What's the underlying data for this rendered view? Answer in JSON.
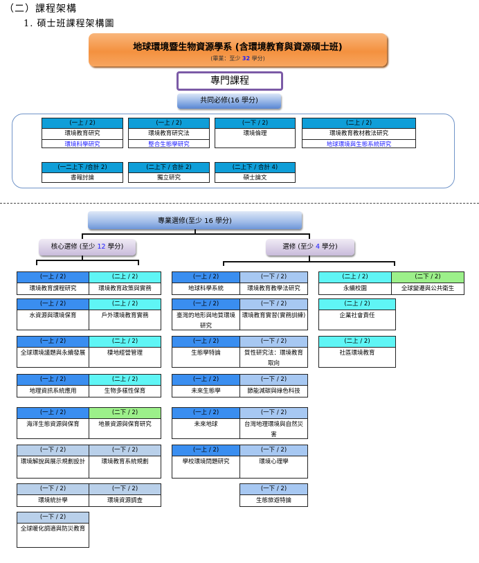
{
  "heading": {
    "section": "（二）課程架構",
    "subsection": "1.  碩士班課程架構圖"
  },
  "department": {
    "title": "地球環境暨生物資源學系 (含環境教育與資源碩士班)",
    "credits_prefix": "(畢業：至少 ",
    "credits_value": "32",
    "credits_suffix": " 學分)"
  },
  "professional": {
    "label": "專門課程"
  },
  "common_required": {
    "label": "共同必修(16 學分)",
    "cards": [
      {
        "header": "(一上 / 2)",
        "courses": [
          {
            "name": "環境教育研究",
            "alt": false
          },
          {
            "name": "環境科學研究",
            "alt": true
          }
        ]
      },
      {
        "header": "(一上 / 2)",
        "courses": [
          {
            "name": "環境教育研究法",
            "alt": false
          },
          {
            "name": "整合生態學研究",
            "alt": true
          }
        ]
      },
      {
        "header": "(一下 / 2)",
        "courses": [
          {
            "name": "環境倫理",
            "alt": false
          }
        ]
      },
      {
        "header": "(二上 / 2)",
        "courses": [
          {
            "name": "環境教育教材教法研究",
            "alt": false
          },
          {
            "name": "地球環境與生態系統研究",
            "alt": true
          }
        ]
      },
      {
        "header": "(一二上下 /合計 2)",
        "courses": [
          {
            "name": "書報討論",
            "alt": false
          }
        ]
      },
      {
        "header": "(二上下 / 合計 2)",
        "courses": [
          {
            "name": "獨立研究",
            "alt": false
          }
        ]
      },
      {
        "header": "(二上下 / 合計 4)",
        "courses": [
          {
            "name": "碩士論文",
            "alt": false
          }
        ]
      }
    ]
  },
  "electives": {
    "label": "專業選修(至少 16 學分)",
    "core": {
      "prefix": "核心選修 (至少 ",
      "value": "12",
      "suffix": " 學分)"
    },
    "general": {
      "prefix": "選修 (至少 ",
      "value": "4",
      "suffix": " 學分)"
    },
    "colors": {
      "first_upper": "#3a8ef0",
      "second_upper": "#5ff5f5",
      "first_lower": "#a7c8f2",
      "second_lower": "#9cf08a",
      "grey_lower": "#b9d0ea"
    },
    "core_rows": [
      [
        {
          "header": "(一上 / 2)",
          "name": "環境教育課程研究",
          "color": "first_upper"
        },
        {
          "header": "(二上 / 2)",
          "name": "環境教育政策與實務",
          "color": "second_upper"
        }
      ],
      [
        {
          "header": "(一上 / 2)",
          "name": "水資源與環境保育",
          "color": "first_upper"
        },
        {
          "header": "(二上 / 2)",
          "name": "戶外環境教育實務",
          "color": "second_upper"
        }
      ],
      [
        {
          "header": "(一上 / 2)",
          "name": "全球環境議題與永續發展",
          "color": "first_upper"
        },
        {
          "header": "(二上 / 2)",
          "name": "棲地經營管理",
          "color": "second_upper"
        }
      ],
      [
        {
          "header": "(一上 / 2)",
          "name": "地理資訊系統應用",
          "color": "first_upper"
        },
        {
          "header": "(二上 / 2)",
          "name": "生物多樣性保育",
          "color": "second_upper"
        }
      ],
      [
        {
          "header": "(一上 / 2)",
          "name": "海洋生態資源與保育",
          "color": "first_upper"
        },
        {
          "header": "(二下 / 2)",
          "name": "地景資源與保育研究",
          "color": "second_lower"
        }
      ],
      [
        {
          "header": "(一下 / 2)",
          "name": "環境解說與展示規劃設計",
          "color": "grey_lower"
        },
        {
          "header": "(一下 / 2)",
          "name": "環境教育系統規劃",
          "color": "grey_lower"
        }
      ],
      [
        {
          "header": "(一下 / 2)",
          "name": "環境統計學",
          "color": "grey_lower"
        },
        {
          "header": "(一下 / 2)",
          "name": "環境資源調查",
          "color": "grey_lower"
        }
      ]
    ],
    "core_single": {
      "header": "(一下 / 2)",
      "name": "全球暖化調適與防災教育",
      "color": "grey_lower"
    },
    "general_rows": [
      [
        {
          "header": "(一上 / 2)",
          "name": "地球科學系統",
          "color": "first_upper"
        },
        {
          "header": "(一下 / 2)",
          "name": "環境教育教學法研究",
          "color": "first_lower"
        }
      ],
      [
        {
          "header": "(一上 / 2)",
          "name": "臺灣的地形與地質環境研究",
          "color": "first_upper"
        },
        {
          "header": "(一下 / 2)",
          "name": "環境教育實習(實務訓練)",
          "color": "first_lower"
        }
      ],
      [
        {
          "header": "(一上 / 2)",
          "name": "生態學特論",
          "color": "first_upper"
        },
        {
          "header": "(一下 / 2)",
          "name": "質性研究法：環境教育取向",
          "color": "first_lower"
        }
      ],
      [
        {
          "header": "(一上 / 2)",
          "name": "未來生態學",
          "color": "first_upper"
        },
        {
          "header": "(一下 / 2)",
          "name": "節能減碳與綠色科技",
          "color": "first_lower"
        }
      ],
      [
        {
          "header": "(一上 / 2)",
          "name": "未來地球",
          "color": "first_upper"
        },
        {
          "header": "(一下 / 2)",
          "name": "台灣地理環境與自然災害",
          "color": "first_lower"
        }
      ],
      [
        {
          "header": "(一上 / 2)",
          "name": "學校環境問題研究",
          "color": "first_upper"
        },
        {
          "header": "(一下 / 2)",
          "name": "環境心理學",
          "color": "first_lower"
        }
      ]
    ],
    "general_single": {
      "header": "(一下 / 2)",
      "name": "生態旅遊特論",
      "color": "first_lower"
    },
    "general_right_top": [
      {
        "header": "(二上 / 2)",
        "name": "永續校園",
        "color": "second_upper"
      },
      {
        "header": "(二下 / 2)",
        "name": "全球變遷與公共衛生",
        "color": "second_lower"
      }
    ],
    "general_right": [
      {
        "header": "(二上 / 2)",
        "name": "企業社會責任",
        "color": "second_upper"
      },
      {
        "header": "(二上 / 2)",
        "name": "社區環境教育",
        "color": "second_upper"
      }
    ]
  }
}
